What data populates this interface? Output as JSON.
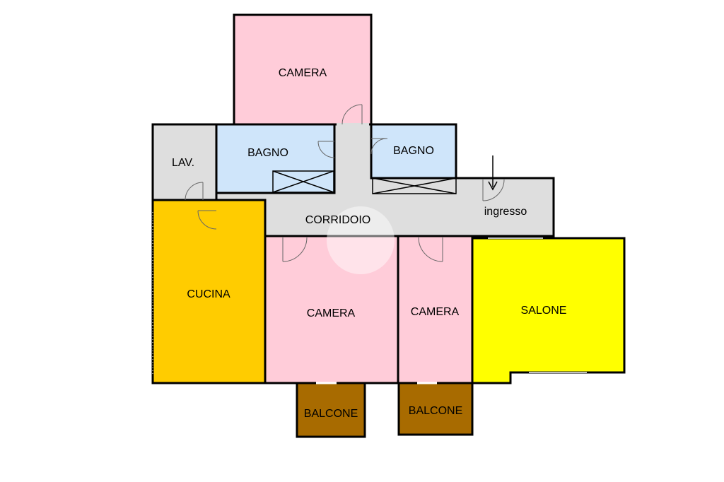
{
  "colors": {
    "camera": "#ffccd9",
    "bagno": "#cfe5fa",
    "service": "#dedede",
    "cucina": "#ffcc00",
    "salone": "#ffff00",
    "balcone": "#a86b00"
  },
  "rooms": {
    "camera_top": "CAMERA",
    "bagno_left": "BAGNO",
    "bagno_right": "BAGNO",
    "lavanderia": "LAV.",
    "corridoio": "CORRIDOIO",
    "ingresso": "ingresso",
    "cucina": "CUCINA",
    "camera_mid": "CAMERA",
    "camera_right": "CAMERA",
    "salone": "SALONE",
    "balcone_left": "BALCONE",
    "balcone_right": "BALCONE"
  }
}
